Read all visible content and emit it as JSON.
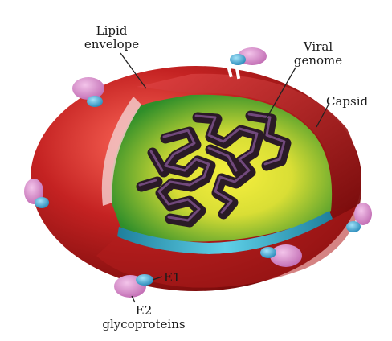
{
  "labels": {
    "lipid_envelope": [
      "Lipid",
      "envelope"
    ],
    "viral_genome": [
      "Viral",
      "genome"
    ],
    "capsid": "Capsid",
    "e1": "E1",
    "e2_glycoproteins": [
      "E2",
      "glycoproteins"
    ]
  },
  "colors": {
    "envelope": "#b81e1e",
    "envelope_dark": "#6e0808",
    "capsid_interior_center": "#f3ea3a",
    "capsid_interior_edge": "#2f8e2a",
    "capsid_band": "#2aa8c6",
    "genome": "#2a1a26",
    "genome_highlight": "#8a5a9a",
    "glycoprotein_pink": "#d98ac9",
    "glycoprotein_blue": "#3fa6d6"
  }
}
